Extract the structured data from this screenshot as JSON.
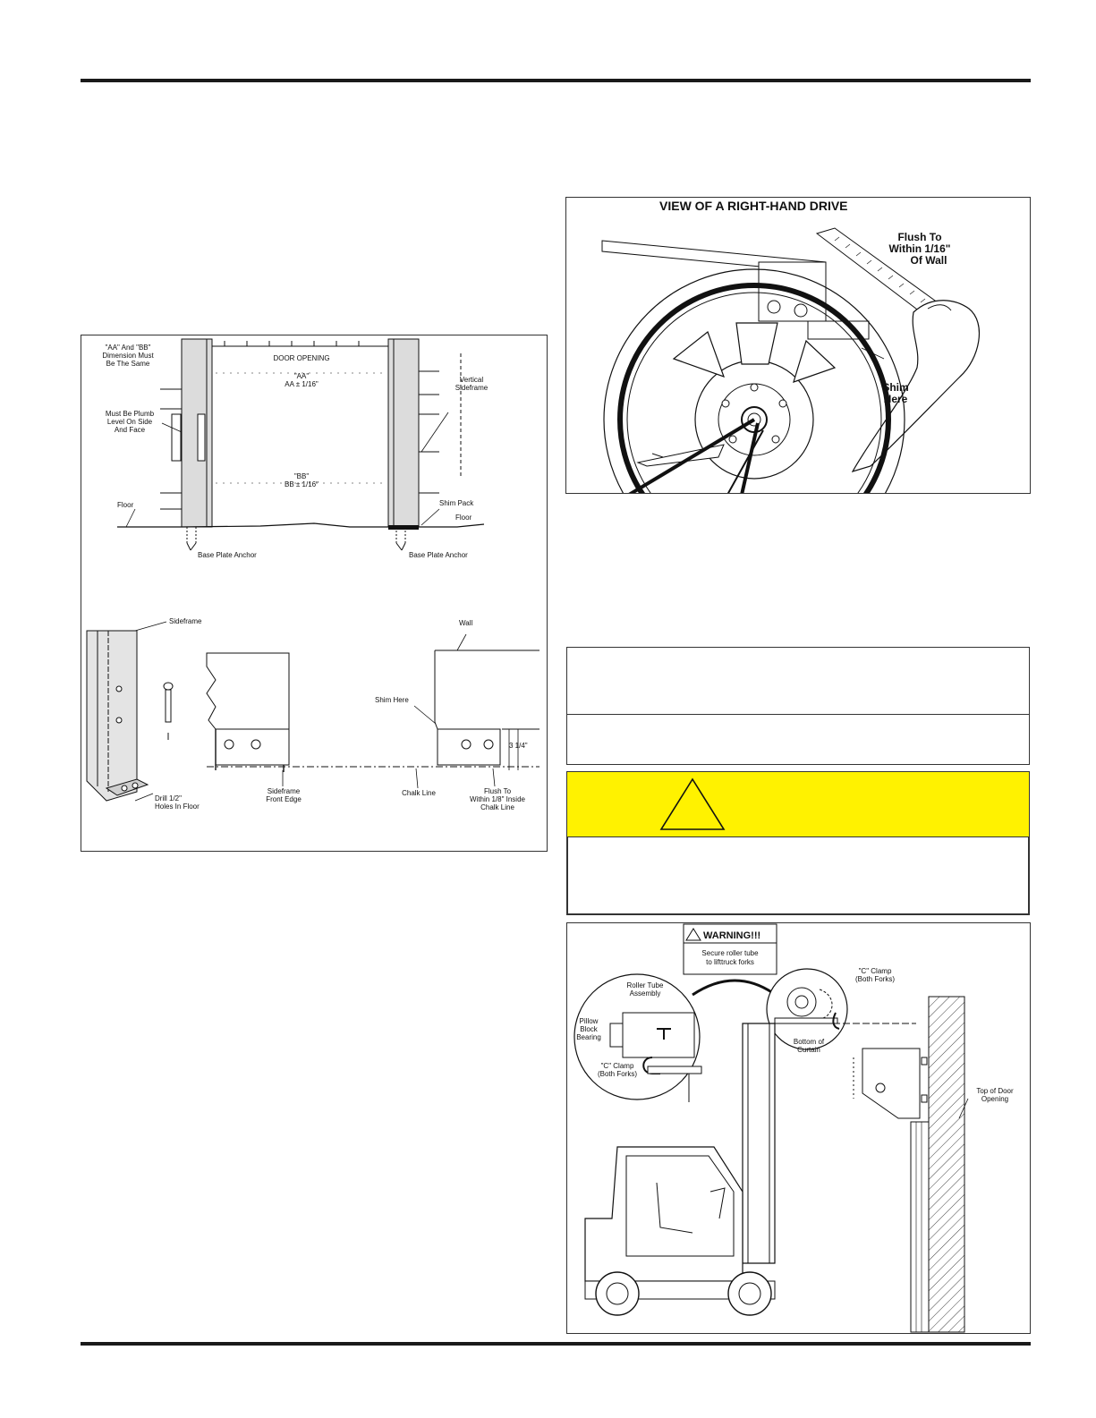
{
  "figure_sideframe": {
    "note_aa_bb": [
      "\"AA\" And \"BB\"",
      "Dimension Must",
      "Be The Same"
    ],
    "door_opening": "DOOR OPENING",
    "aa_label": "\"AA\"",
    "aa_tolerance": "AA ± 1/16\"",
    "bb_label": "\"BB\"",
    "bb_tolerance": "BB ± 1/16\"",
    "plumb_note": [
      "Must Be Plumb",
      "Level On Side",
      "And Face"
    ],
    "vertical_sideframe": [
      "Vertical",
      "Sideframe"
    ],
    "floor_left": "Floor",
    "floor_right": "Floor",
    "shim_pack": "Shim Pack",
    "base_plate_anchor_left": "Base Plate Anchor",
    "base_plate_anchor_right": "Base Plate Anchor",
    "sideframe": "Sideframe",
    "wall": "Wall",
    "shim_here": "Shim Here",
    "dim_3_1_4": "3 1/4\"",
    "drill_note": [
      "Drill 1/2\"",
      "Holes In Floor"
    ],
    "sideframe_front_edge": [
      "Sideframe",
      "Front Edge"
    ],
    "chalk_line": "Chalk Line",
    "flush_chalk": [
      "Flush To",
      "Within 1/8\" Inside",
      "Chalk Line"
    ]
  },
  "figure_drive": {
    "title": "VIEW OF A RIGHT-HAND DRIVE",
    "flush_wall": [
      "Flush To",
      "Within 1/16\"",
      "Of Wall"
    ],
    "shim_here": [
      "Shim",
      "Here"
    ]
  },
  "figure_forklift": {
    "warning_title": "WARNING!!!",
    "warning_text": [
      "Secure roller tube",
      "to lifttruck forks"
    ],
    "roller_tube": [
      "Roller Tube",
      "Assembly"
    ],
    "pillow_block": [
      "Pillow",
      "Block",
      "Bearing"
    ],
    "c_clamp_left": [
      "\"C\" Clamp",
      "(Both Forks)"
    ],
    "c_clamp_right": [
      "\"C\" Clamp",
      "(Both Forks)"
    ],
    "bottom_curtain": [
      "Bottom of",
      "Curtain"
    ],
    "top_door": [
      "Top of Door",
      "Opening"
    ]
  },
  "colors": {
    "warning_yellow": "#fff200",
    "rule": "#1a1a1a"
  }
}
